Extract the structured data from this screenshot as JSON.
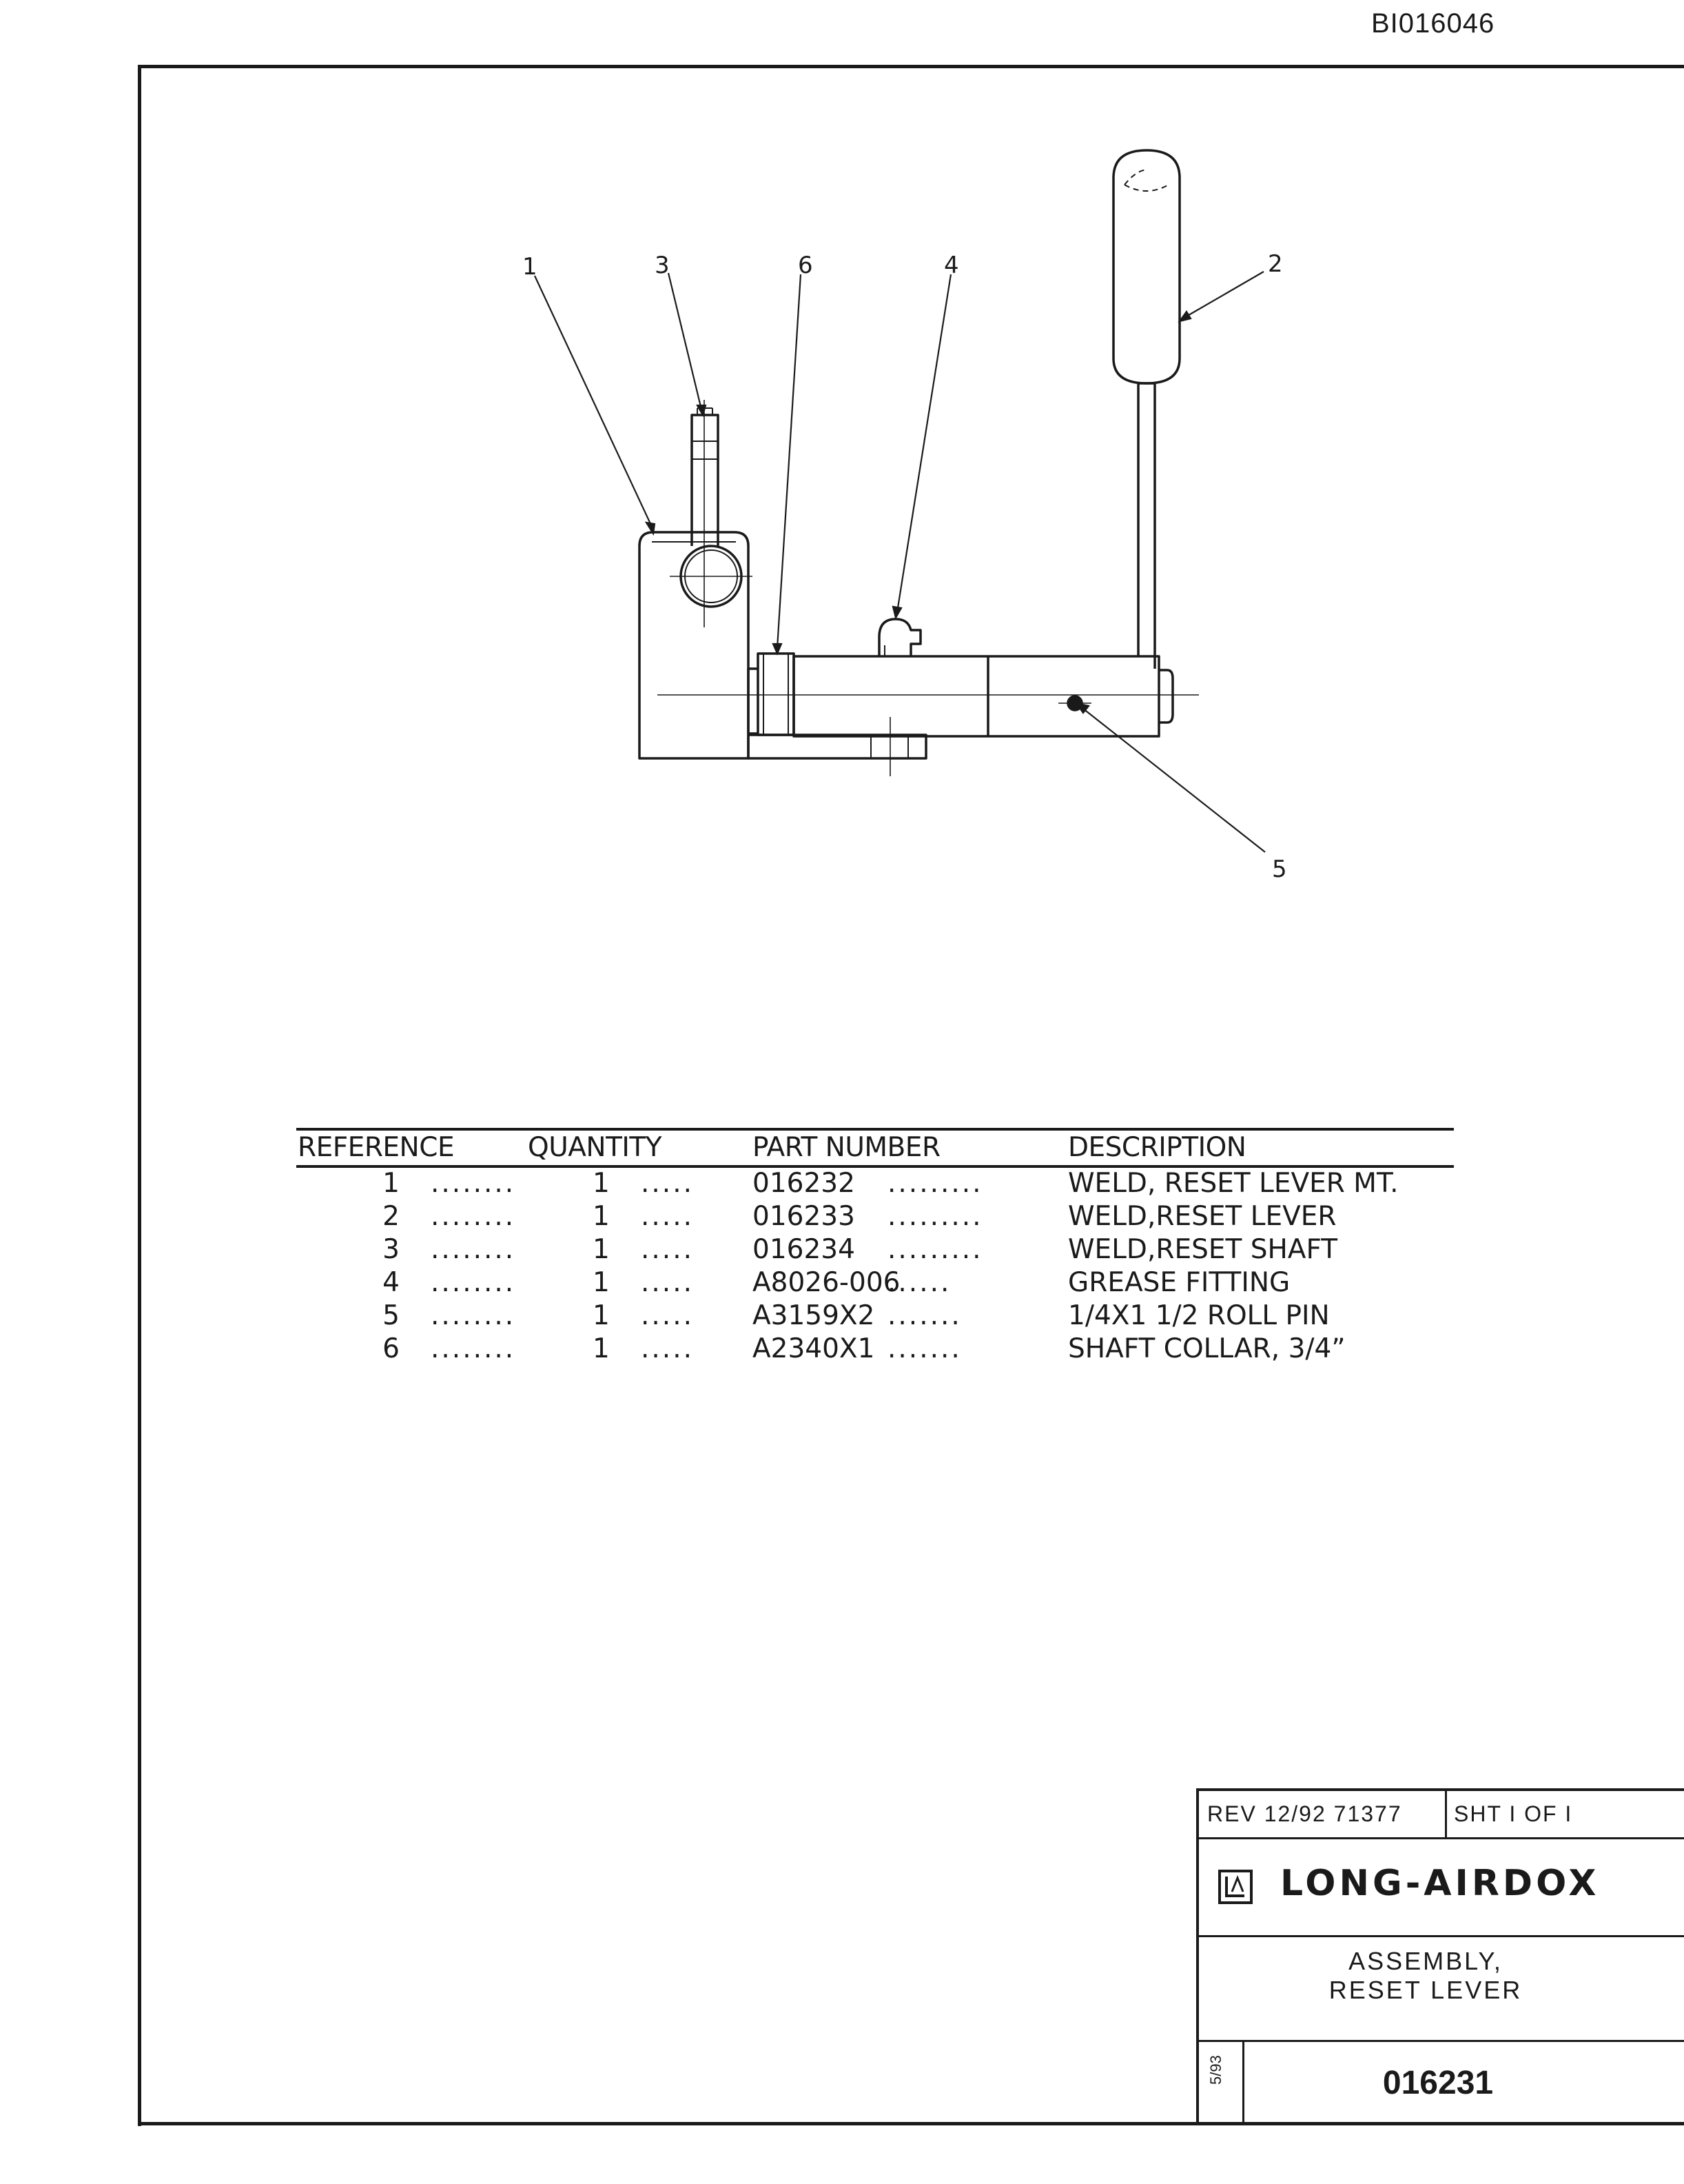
{
  "document_id": "BI016046",
  "callouts": [
    "1",
    "2",
    "3",
    "4",
    "5",
    "6"
  ],
  "parts_table": {
    "headers": {
      "reference": "REFERENCE",
      "quantity": "QUANTITY",
      "part_number": "PART NUMBER",
      "description": "DESCRIPTION"
    },
    "rows": [
      {
        "reference": "1",
        "dots1": "........",
        "quantity": "1",
        "dots2": ".....",
        "part_number": "016232",
        "dots3": ".........",
        "description": "WELD, RESET LEVER MT."
      },
      {
        "reference": "2",
        "dots1": "........",
        "quantity": "1",
        "dots2": ".....",
        "part_number": "016233",
        "dots3": ".........",
        "description": "WELD,RESET LEVER"
      },
      {
        "reference": "3",
        "dots1": "........",
        "quantity": "1",
        "dots2": ".....",
        "part_number": "016234",
        "dots3": ".........",
        "description": "WELD,RESET SHAFT"
      },
      {
        "reference": "4",
        "dots1": "........",
        "quantity": "1",
        "dots2": ".....",
        "part_number": "A8026-006",
        "dots3": "......",
        "description": "GREASE FITTING"
      },
      {
        "reference": "5",
        "dots1": "........",
        "quantity": "1",
        "dots2": ".....",
        "part_number": "A3159X2",
        "dots3": ".......",
        "description": "1/4X1 1/2 ROLL PIN"
      },
      {
        "reference": "6",
        "dots1": "........",
        "quantity": "1",
        "dots2": ".....",
        "part_number": "A2340X1",
        "dots3": ".......",
        "description": "SHAFT COLLAR, 3/4”"
      }
    ]
  },
  "title_block": {
    "revision": "REV 12/92 71377",
    "sheet": "SHT I  OF I",
    "company": "LONG-AIRDOX",
    "title_line1": "ASSEMBLY,",
    "title_line2": "RESET LEVER",
    "date": "5/93",
    "drawing_number": "016231"
  }
}
